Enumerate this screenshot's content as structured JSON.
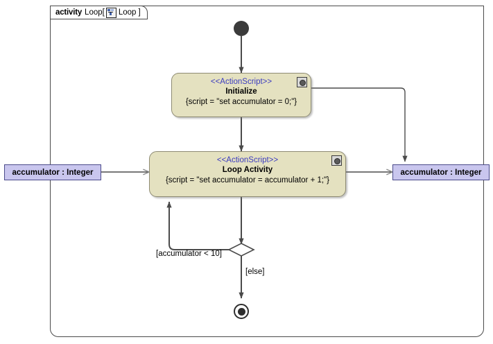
{
  "frame": {
    "keyword": "activity",
    "name": "Loop",
    "bracket_open": "[",
    "icon": "activity-diagram-icon",
    "inner_name": "Loop",
    "bracket_close": "]"
  },
  "nodes": {
    "initial": {
      "name": "initial-node",
      "label": ""
    },
    "initialize": {
      "stereotype": "<<ActionScript>>",
      "name": "Initialize",
      "body": "{script = \"set accumulator = 0;\"}",
      "badge": "gear-icon"
    },
    "loop_activity": {
      "stereotype": "<<ActionScript>>",
      "name": "Loop Activity",
      "body": "{script = \"set accumulator = accumulator + 1;\"}",
      "badge": "gear-icon"
    },
    "decision": {
      "name": "decision-diamond",
      "label": ""
    },
    "final": {
      "name": "activity-final-node",
      "label": ""
    }
  },
  "parameters": {
    "input": {
      "label": "accumulator : Integer"
    },
    "output": {
      "label": "accumulator : Integer"
    }
  },
  "guards": {
    "loop_back": "[accumulator < 10]",
    "exit": "[else]"
  },
  "colors": {
    "action_fill": "#e4e1c0",
    "action_border": "#8e8b73",
    "stereotype_text": "#3b3bbf",
    "param_fill": "#c9c6ee",
    "param_border": "#4a4a8a",
    "edge": "#4a4a4a",
    "frame_border": "#4a4a4a",
    "background": "#ffffff"
  }
}
